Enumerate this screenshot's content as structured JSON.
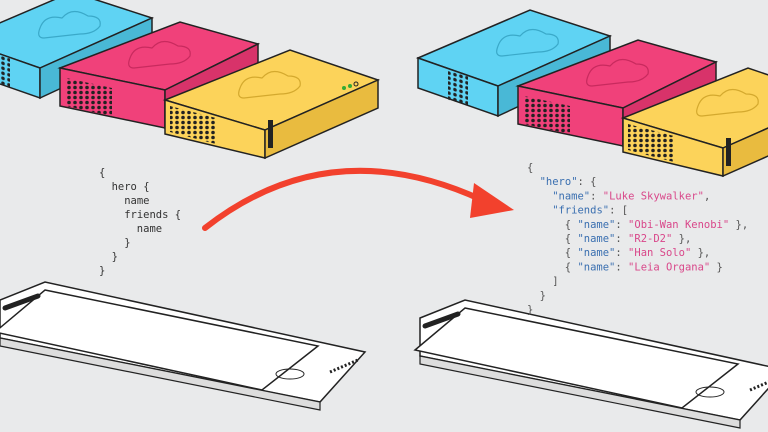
{
  "colors": {
    "background": "#e9eaeb",
    "server_cyan": "#5fd3f3",
    "server_pink": "#f0417a",
    "server_yellow": "#fcd35a",
    "arrow": "#f2412d",
    "json_key": "#3a6fb0",
    "json_string": "#d9478a"
  },
  "query": {
    "lines": [
      {
        "indent": 0,
        "text": "{"
      },
      {
        "indent": 1,
        "text": "hero {"
      },
      {
        "indent": 2,
        "text": "name"
      },
      {
        "indent": 2,
        "text": "friends {"
      },
      {
        "indent": 3,
        "text": "name"
      },
      {
        "indent": 2,
        "text": "}"
      },
      {
        "indent": 1,
        "text": "}"
      },
      {
        "indent": 0,
        "text": "}"
      }
    ]
  },
  "response": {
    "lines": [
      {
        "indent": 0,
        "pre": "{",
        "key": "",
        "mid": "",
        "value": "",
        "post": ""
      },
      {
        "indent": 1,
        "pre": "",
        "key": "\"hero\"",
        "mid": ": {",
        "value": "",
        "post": ""
      },
      {
        "indent": 2,
        "pre": "",
        "key": "\"name\"",
        "mid": ": ",
        "value": "\"Luke Skywalker\"",
        "post": ","
      },
      {
        "indent": 2,
        "pre": "",
        "key": "\"friends\"",
        "mid": ": [",
        "value": "",
        "post": ""
      },
      {
        "indent": 3,
        "pre": "{ ",
        "key": "\"name\"",
        "mid": ": ",
        "value": "\"Obi-Wan Kenobi\"",
        "post": " },"
      },
      {
        "indent": 3,
        "pre": "{ ",
        "key": "\"name\"",
        "mid": ": ",
        "value": "\"R2-D2\"",
        "post": " },"
      },
      {
        "indent": 3,
        "pre": "{ ",
        "key": "\"name\"",
        "mid": ": ",
        "value": "\"Han Solo\"",
        "post": " },"
      },
      {
        "indent": 3,
        "pre": "{ ",
        "key": "\"name\"",
        "mid": ": ",
        "value": "\"Leia Organa\"",
        "post": " }"
      },
      {
        "indent": 2,
        "pre": "]",
        "key": "",
        "mid": "",
        "value": "",
        "post": ""
      },
      {
        "indent": 1,
        "pre": "}",
        "key": "",
        "mid": "",
        "value": "",
        "post": ""
      },
      {
        "indent": 0,
        "pre": "}",
        "key": "",
        "mid": "",
        "value": "",
        "post": ""
      }
    ]
  }
}
